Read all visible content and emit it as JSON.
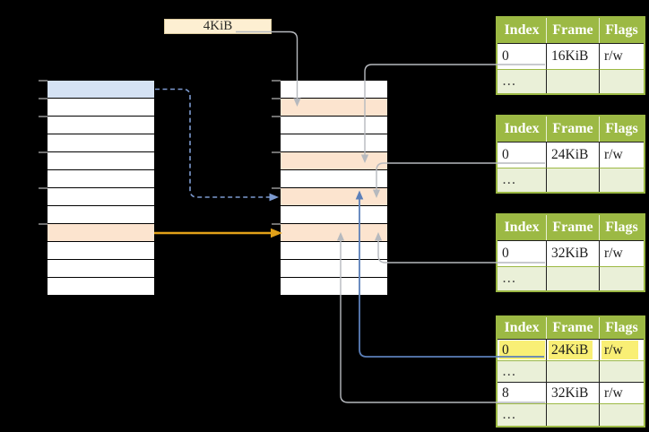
{
  "palette": {
    "bg": "#000000",
    "row_white": "#ffffff",
    "row_blue": "#d5e2f4",
    "row_orange": "#fce4cf",
    "tick_gray": "#707070",
    "arrow_gray": "#b6b9be",
    "arrow_blue": "#5b7fb9",
    "arrow_blue_dashed": "#7c9ad0",
    "arrow_gold": "#e2a119",
    "box_yellow_bg": "#fdefd2",
    "box_yellow_border": "#ddcda0",
    "table_green": "#9cb944",
    "table_row_alt": "#eaf0d8",
    "highlight_yellow": "#f9ef75",
    "header_text": "#ffffff",
    "cell_text": "#1c1c1c"
  },
  "size_label": {
    "text": "4KiB"
  },
  "virtual_memory": {
    "row_colors": [
      "blue",
      "white",
      "white",
      "white",
      "white",
      "white",
      "white",
      "white",
      "orange",
      "white",
      "white",
      "white"
    ]
  },
  "physical_memory": {
    "row_colors": [
      "white",
      "orange",
      "white",
      "white",
      "orange",
      "white",
      "orange",
      "white",
      "orange",
      "white",
      "white",
      "white"
    ]
  },
  "ticks_y": [
    90,
    110,
    130,
    170,
    210,
    250
  ],
  "page_tables": [
    {
      "name": "page-table-1",
      "headers": [
        "Index",
        "Frame",
        "Flags"
      ],
      "rows": [
        {
          "cells": [
            "0",
            "16KiB",
            "r/w"
          ],
          "variant": "data",
          "highlight": false
        },
        {
          "cells": [
            "…",
            "",
            ""
          ],
          "variant": "dots",
          "highlight": false
        }
      ]
    },
    {
      "name": "page-table-2",
      "headers": [
        "Index",
        "Frame",
        "Flags"
      ],
      "rows": [
        {
          "cells": [
            "0",
            "24KiB",
            "r/w"
          ],
          "variant": "data",
          "highlight": false
        },
        {
          "cells": [
            "…",
            "",
            ""
          ],
          "variant": "dots",
          "highlight": false
        }
      ]
    },
    {
      "name": "page-table-3",
      "headers": [
        "Index",
        "Frame",
        "Flags"
      ],
      "rows": [
        {
          "cells": [
            "0",
            "32KiB",
            "r/w"
          ],
          "variant": "data",
          "highlight": false
        },
        {
          "cells": [
            "…",
            "",
            ""
          ],
          "variant": "dots",
          "highlight": false
        }
      ]
    },
    {
      "name": "page-table-4",
      "headers": [
        "Index",
        "Frame",
        "Flags"
      ],
      "rows": [
        {
          "cells": [
            "0",
            "24KiB",
            "r/w"
          ],
          "variant": "data",
          "highlight": true
        },
        {
          "cells": [
            "…",
            "",
            ""
          ],
          "variant": "dots",
          "highlight": false
        },
        {
          "cells": [
            "8",
            "32KiB",
            "r/w"
          ],
          "variant": "data",
          "highlight": false
        },
        {
          "cells": [
            "…",
            "",
            ""
          ],
          "variant": "dots",
          "highlight": false
        }
      ]
    }
  ],
  "arrows": [
    {
      "name": "size-label-to-physical-4kib",
      "color_key": "arrow_gray",
      "style": "solid"
    },
    {
      "name": "table1-frame-to-physical-16kib",
      "color_key": "arrow_gray",
      "style": "solid"
    },
    {
      "name": "table2-frame-to-physical-24kib",
      "color_key": "arrow_gray",
      "style": "solid"
    },
    {
      "name": "table3-frame-to-physical-32kib",
      "color_key": "arrow_gray",
      "style": "solid"
    },
    {
      "name": "table4-row8-frame-to-physical-32kib",
      "color_key": "arrow_gray",
      "style": "solid"
    },
    {
      "name": "table4-row0-frame-to-physical-24kib",
      "color_key": "arrow_blue",
      "style": "solid"
    },
    {
      "name": "virtual-blue-row-to-physical-24kib",
      "color_key": "arrow_blue_dashed",
      "style": "dashed"
    },
    {
      "name": "virtual-orange-row-to-physical-32kib",
      "color_key": "arrow_gold",
      "style": "solid"
    }
  ]
}
